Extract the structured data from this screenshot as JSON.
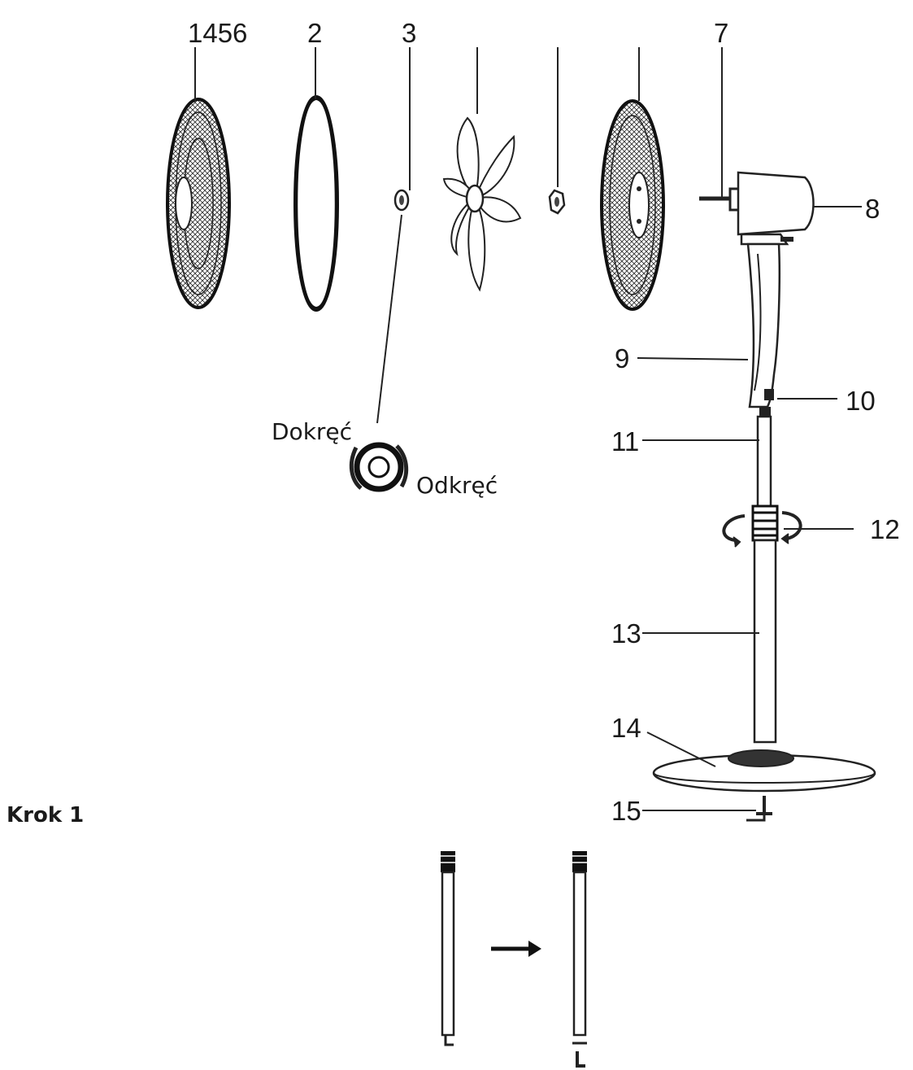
{
  "labels": {
    "p1456": "1456",
    "p2": "2",
    "p3": "3",
    "p7": "7",
    "p8": "8",
    "p9": "9",
    "p10": "10",
    "p11": "11",
    "p12": "12",
    "p13": "13",
    "p14": "14",
    "p15": "15"
  },
  "rotation": {
    "tighten": "Dokręć",
    "loosen": "Odkręć"
  },
  "step": {
    "title": "Krok 1"
  }
}
